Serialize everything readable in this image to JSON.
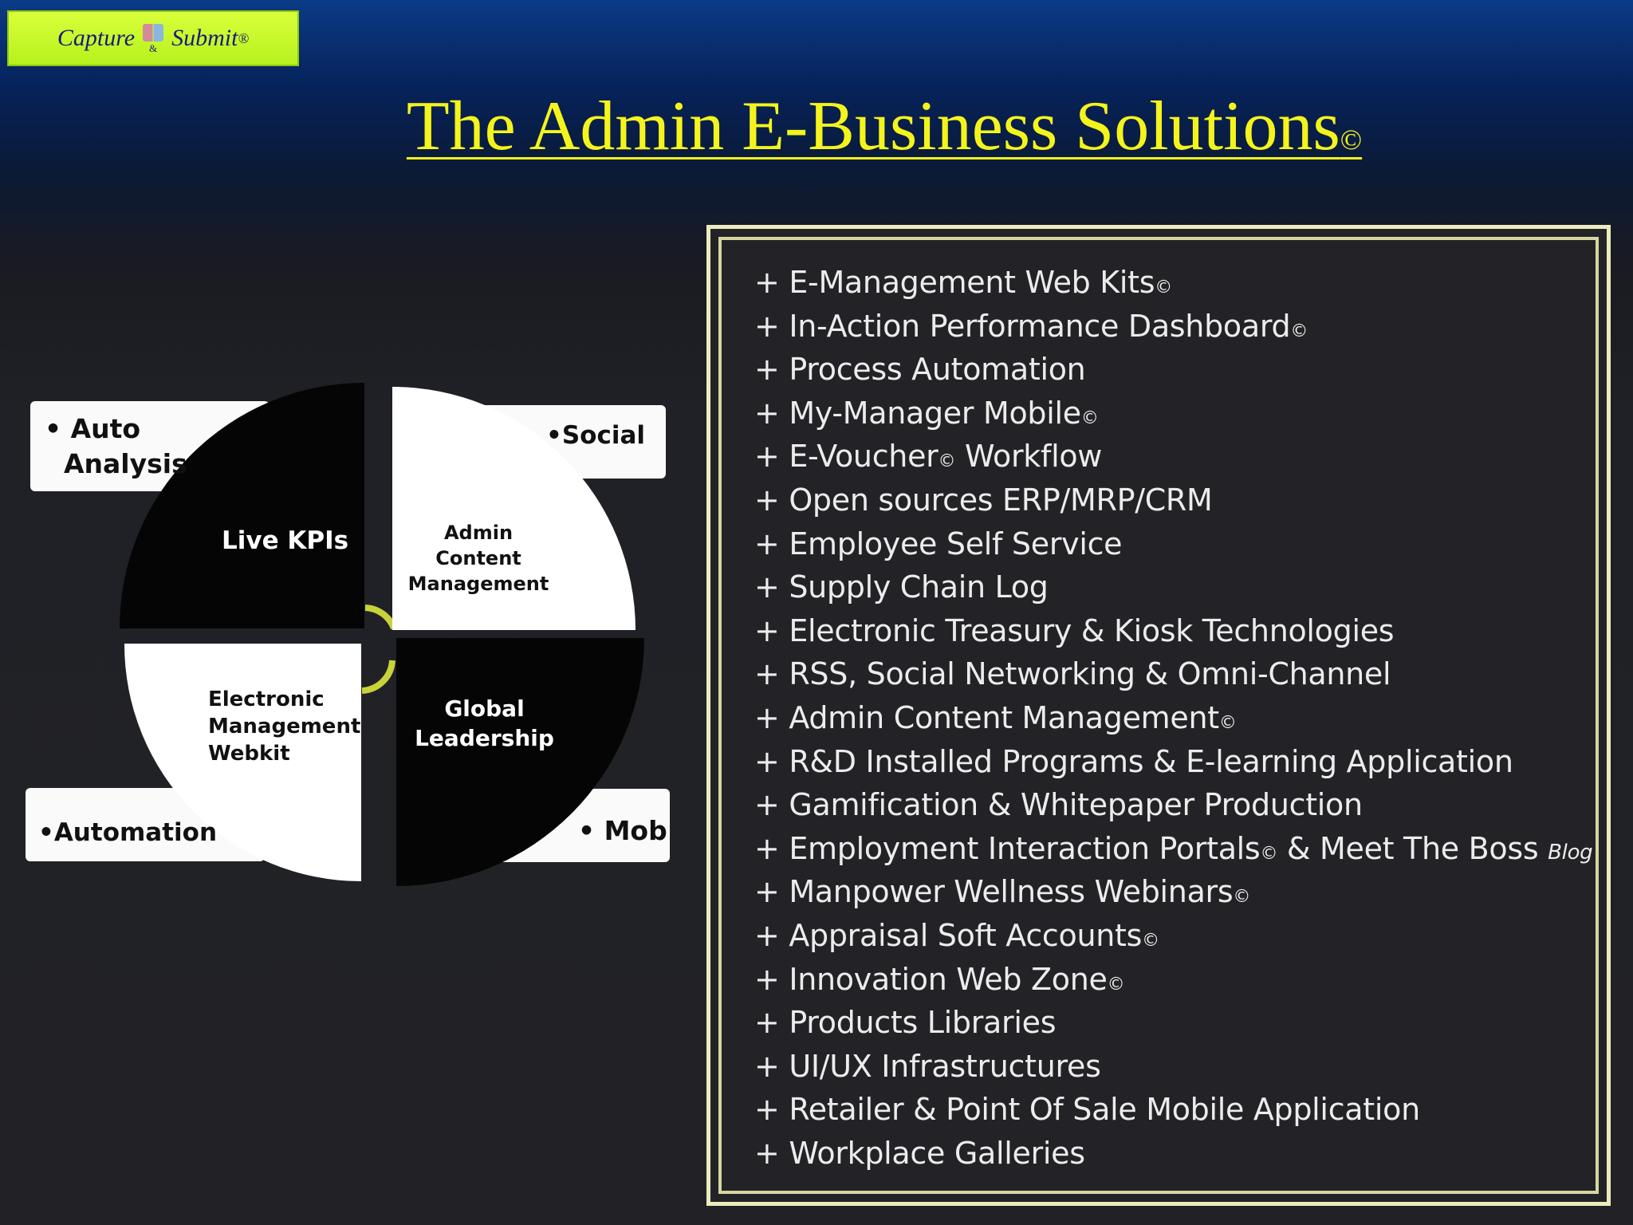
{
  "logo": {
    "left": "Capture",
    "amp": "&",
    "right": "Submit",
    "reg": "®"
  },
  "title": {
    "text": "The Admin E-Business Solutions",
    "mark": "©"
  },
  "diagram": {
    "corner_labels": {
      "top_left_line1": "• Auto",
      "top_left_line2": "Analysis",
      "top_right": "•Social",
      "bottom_left": "•Automation",
      "bottom_right": "• Mob"
    },
    "quadrants": {
      "top_left": "Live KPIs",
      "top_right_line1": "Admin Content",
      "top_right_line2": "Management",
      "bottom_left_line1": "Electronic",
      "bottom_left_line2": "Management",
      "bottom_left_line3": "Webkit",
      "bottom_right_line1": "Global",
      "bottom_right_line2": "Leadership"
    },
    "colors": {
      "dark": "#050505",
      "light": "#ffffff",
      "connector": "#c8d23a"
    }
  },
  "services": [
    {
      "text": "+ E-Management Web Kits",
      "mark": "©"
    },
    {
      "text": "+ In-Action Performance Dashboard",
      "mark": "©"
    },
    {
      "text": "+ Process Automation"
    },
    {
      "text": "+ My-Manager Mobile",
      "mark": "©"
    },
    {
      "text": "+ E-Voucher",
      "mark": "©",
      "after": " Workflow"
    },
    {
      "text": "+ Open sources ERP/MRP/CRM"
    },
    {
      "text": "+ Employee Self Service"
    },
    {
      "text": "+ Supply Chain Log"
    },
    {
      "text": "+ Electronic Treasury & Kiosk Technologies"
    },
    {
      "text": "+ RSS, Social Networking & Omni-Channel"
    },
    {
      "text": "+ Admin Content Management",
      "mark": "©"
    },
    {
      "text": "+ R&D Installed Programs & E-learning Application"
    },
    {
      "text": "+ Gamification & Whitepaper Production"
    },
    {
      "text": "+ Employment Interaction Portals",
      "mark": "©",
      "after": " & Meet The Boss ",
      "small": "Blog"
    },
    {
      "text": "+ Manpower Wellness Webinars",
      "mark": "©"
    },
    {
      "text": "+ Appraisal Soft Accounts",
      "mark": "©"
    },
    {
      "text": "+ Innovation Web Zone",
      "mark": "©"
    },
    {
      "text": "+ Products Libraries"
    },
    {
      "text": "+ UI/UX Infrastructures"
    },
    {
      "text": "+ Retailer & Point Of Sale Mobile Application"
    },
    {
      "text": "+ Workplace Galleries"
    }
  ]
}
